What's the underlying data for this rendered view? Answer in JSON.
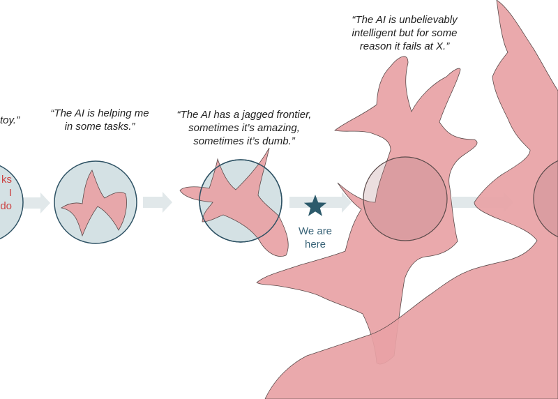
{
  "colors": {
    "blob_fill": "#e8a2a5",
    "blob_stroke": "#5a4a4a",
    "circle_fill": "#d4e1e4",
    "circle_stroke": "#2e5264",
    "arrow": "#e1e8ea",
    "star": "#2c5a6b",
    "red_text": "#cc4444"
  },
  "stages": [
    {
      "quote_lines": [
        "toy.”"
      ],
      "side_text_lines": [
        "ks",
        "I",
        "do"
      ]
    },
    {
      "quote_lines": [
        "“The AI is helping me",
        "in some tasks.”"
      ]
    },
    {
      "quote_lines": [
        "“The AI has a jagged frontier,",
        "sometimes it’s amazing,",
        "sometimes it’s dumb.”"
      ]
    },
    {
      "quote_lines": [
        "“The AI is unbelievably",
        "intelligent but for some",
        "reason it fails at X.”"
      ]
    }
  ],
  "marker": {
    "icon": "star-icon",
    "label_lines": [
      "We are",
      "here"
    ]
  }
}
